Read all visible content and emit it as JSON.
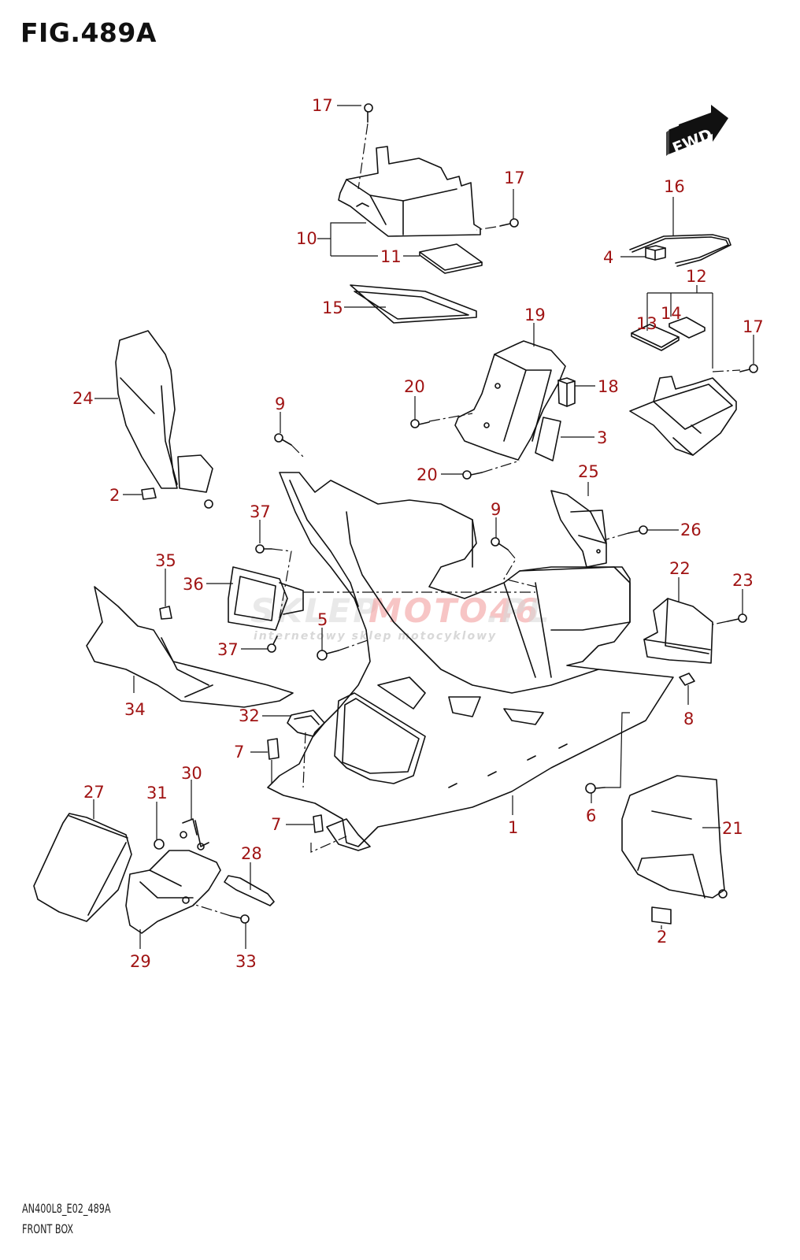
{
  "figure": {
    "title": "FIG.489A",
    "model_code": "AN400L8_E02_489A",
    "section_name": "FRONT BOX",
    "direction_badge": "FWD",
    "label_color": "#a01414"
  },
  "watermark": {
    "brand_part1": "SKLEP",
    "brand_part2": "MOTO46",
    "brand_part3": ".PL",
    "tagline": "internetowy sklep motocyklowy"
  },
  "callouts": [
    {
      "id": "c17a",
      "number": "17"
    },
    {
      "id": "c17b",
      "number": "17"
    },
    {
      "id": "c10",
      "number": "10"
    },
    {
      "id": "c11",
      "number": "11"
    },
    {
      "id": "c15",
      "number": "15"
    },
    {
      "id": "c16",
      "number": "16"
    },
    {
      "id": "c4",
      "number": "4"
    },
    {
      "id": "c12",
      "number": "12"
    },
    {
      "id": "c13",
      "number": "13"
    },
    {
      "id": "c14",
      "number": "14"
    },
    {
      "id": "c17c",
      "number": "17"
    },
    {
      "id": "c19",
      "number": "19"
    },
    {
      "id": "c18",
      "number": "18"
    },
    {
      "id": "c3",
      "number": "3"
    },
    {
      "id": "c20a",
      "number": "20"
    },
    {
      "id": "c20b",
      "number": "20"
    },
    {
      "id": "c24",
      "number": "24"
    },
    {
      "id": "c2a",
      "number": "2"
    },
    {
      "id": "c9a",
      "number": "9"
    },
    {
      "id": "c9b",
      "number": "9"
    },
    {
      "id": "c25",
      "number": "25"
    },
    {
      "id": "c26",
      "number": "26"
    },
    {
      "id": "c37a",
      "number": "37"
    },
    {
      "id": "c35",
      "number": "35"
    },
    {
      "id": "c36",
      "number": "36"
    },
    {
      "id": "c37b",
      "number": "37"
    },
    {
      "id": "c5",
      "number": "5"
    },
    {
      "id": "c22",
      "number": "22"
    },
    {
      "id": "c23",
      "number": "23"
    },
    {
      "id": "c34",
      "number": "34"
    },
    {
      "id": "c8",
      "number": "8"
    },
    {
      "id": "c32",
      "number": "32"
    },
    {
      "id": "c7a",
      "number": "7"
    },
    {
      "id": "c7b",
      "number": "7"
    },
    {
      "id": "c6",
      "number": "6"
    },
    {
      "id": "c1",
      "number": "1"
    },
    {
      "id": "c27",
      "number": "27"
    },
    {
      "id": "c31",
      "number": "31"
    },
    {
      "id": "c30",
      "number": "30"
    },
    {
      "id": "c28",
      "number": "28"
    },
    {
      "id": "c29",
      "number": "29"
    },
    {
      "id": "c33",
      "number": "33"
    },
    {
      "id": "c21",
      "number": "21"
    },
    {
      "id": "c2b",
      "number": "2"
    }
  ]
}
